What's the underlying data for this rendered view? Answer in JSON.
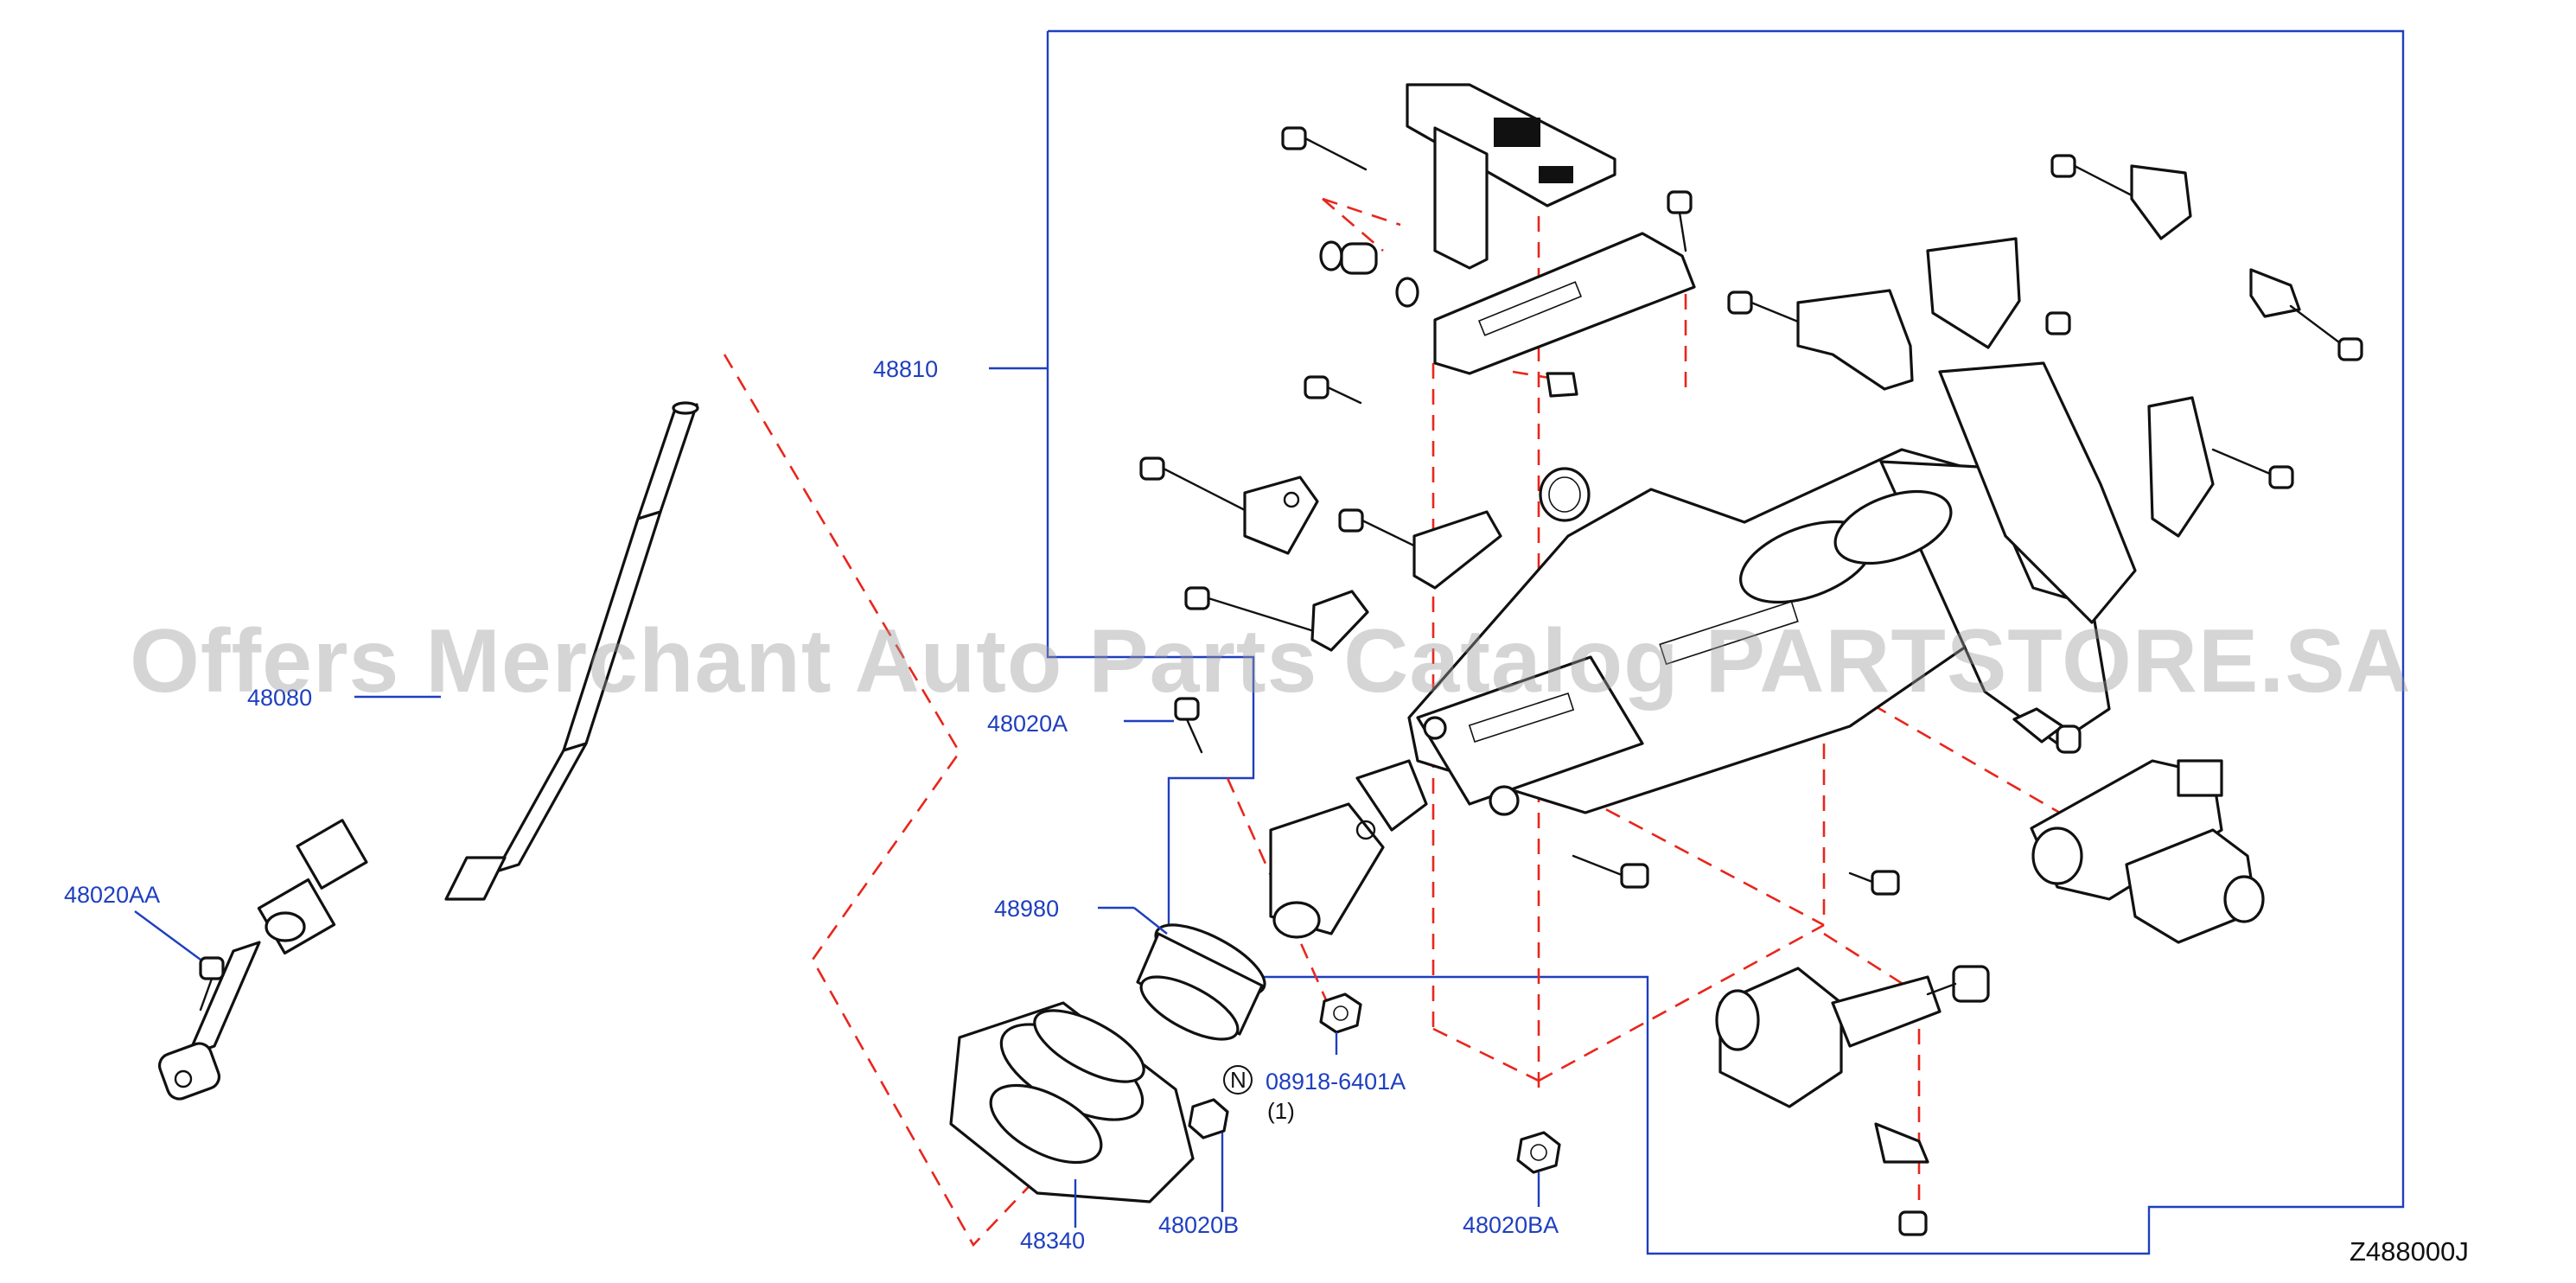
{
  "diagram": {
    "watermark": "Offers Merchant Auto Parts Catalog PARTSTORE.SA",
    "diagram_code": "Z488000J",
    "callouts": [
      {
        "id": "c_48810",
        "label": "48810"
      },
      {
        "id": "c_48080",
        "label": "48080"
      },
      {
        "id": "c_48020aa",
        "label": "48020AA"
      },
      {
        "id": "c_48020a",
        "label": "48020A"
      },
      {
        "id": "c_48980",
        "label": "48980"
      },
      {
        "id": "c_08918",
        "label": "08918-6401A"
      },
      {
        "id": "c_qty",
        "label": "(1)"
      },
      {
        "id": "c_48340",
        "label": "48340"
      },
      {
        "id": "c_48020b",
        "label": "48020B"
      },
      {
        "id": "c_48020ba",
        "label": "48020BA"
      }
    ],
    "nut_symbol": "N"
  }
}
